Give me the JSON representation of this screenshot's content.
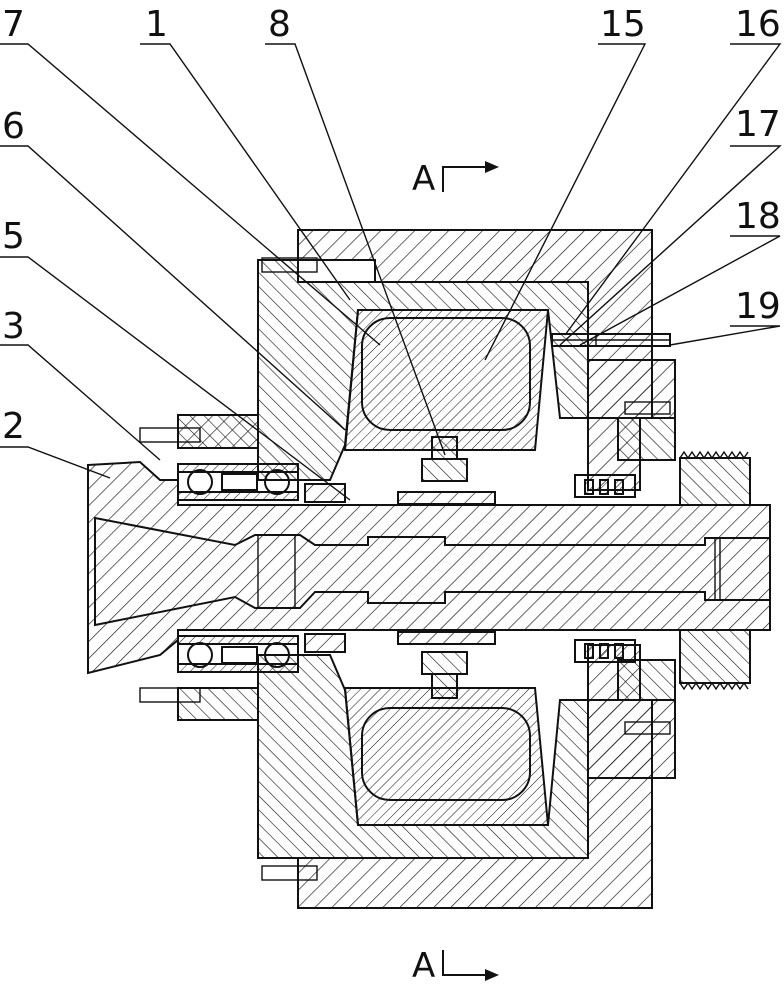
{
  "callouts": {
    "c7": "7",
    "c1": "1",
    "c8": "8",
    "c15": "15",
    "c16": "16",
    "c17": "17",
    "c6": "6",
    "c18": "18",
    "c5": "5",
    "c19": "19",
    "c3": "3",
    "c2": "2"
  },
  "section_marks": {
    "top": "A",
    "bottom": "A"
  }
}
